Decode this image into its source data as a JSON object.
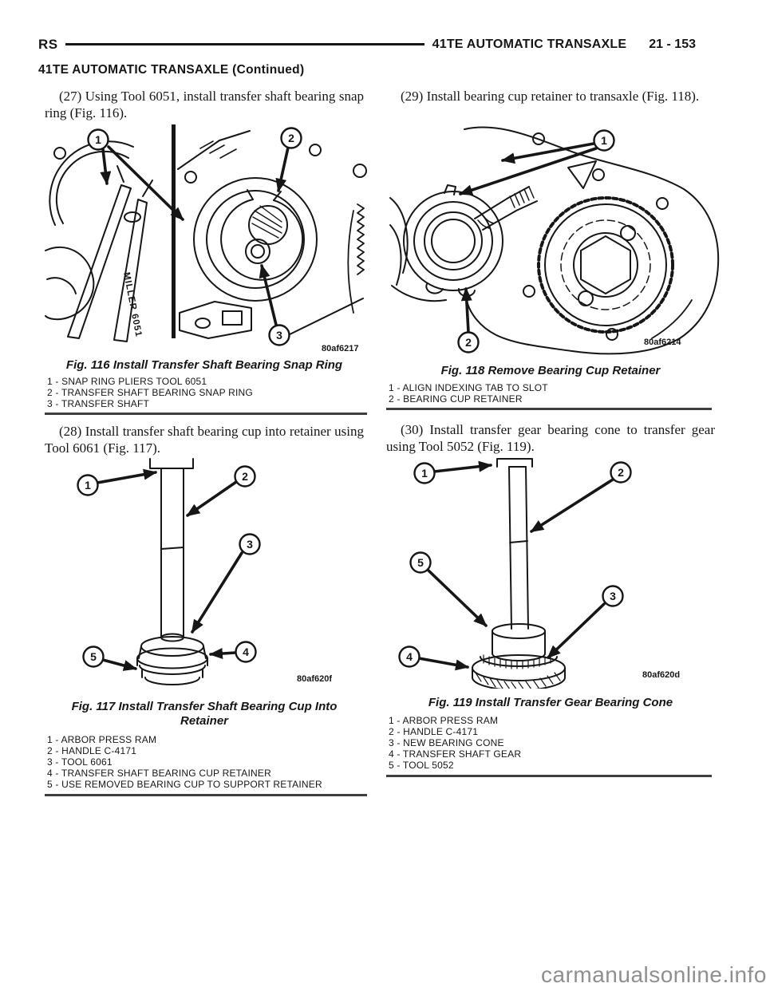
{
  "header": {
    "code": "RS",
    "title": "41TE AUTOMATIC TRANSAXLE",
    "page_number": "21 - 153",
    "continued": "41TE AUTOMATIC TRANSAXLE (Continued)"
  },
  "colors": {
    "ink": "#161616",
    "watermark_gray": "#8f8f8f",
    "rule_gray": "#3e3e3e"
  },
  "left_column": {
    "step_27": "(27) Using Tool 6051, install transfer shaft bearing snap ring (Fig. 116).",
    "fig_116": {
      "caption": "Fig. 116 Install Transfer Shaft Bearing Snap Ring",
      "image_code": "80af6217",
      "tool_text": "MILLER 6051",
      "callouts": [
        "1",
        "2",
        "3"
      ],
      "legend": [
        "1 - SNAP RING PLIERS TOOL 6051",
        "2 - TRANSFER SHAFT BEARING SNAP RING",
        "3 - TRANSFER SHAFT"
      ]
    },
    "step_28": "(28) Install transfer shaft bearing cup into retainer using Tool 6061 (Fig. 117).",
    "fig_117": {
      "caption": "Fig. 117 Install Transfer Shaft Bearing Cup Into Retainer",
      "image_code": "80af620f",
      "callouts": [
        "1",
        "2",
        "3",
        "4",
        "5"
      ],
      "legend": [
        "1 - ARBOR PRESS RAM",
        "2 - HANDLE C-4171",
        "3 - TOOL 6061",
        "4 - TRANSFER SHAFT BEARING CUP RETAINER",
        "5 - USE REMOVED BEARING CUP TO SUPPORT RETAINER"
      ]
    }
  },
  "right_column": {
    "step_29": "(29) Install bearing cup retainer to transaxle (Fig. 118).",
    "fig_118": {
      "caption": "Fig. 118 Remove Bearing Cup Retainer",
      "image_code": "80af6214",
      "callouts": [
        "1",
        "2"
      ],
      "legend": [
        "1 - ALIGN INDEXING TAB TO SLOT",
        "2 - BEARING CUP RETAINER"
      ]
    },
    "step_30": "(30) Install transfer gear bearing cone to transfer gear using Tool 5052 (Fig. 119).",
    "fig_119": {
      "caption": "Fig. 119 Install Transfer Gear Bearing Cone",
      "image_code": "80af620d",
      "callouts": [
        "1",
        "2",
        "3",
        "4",
        "5"
      ],
      "legend": [
        "1 - ARBOR PRESS RAM",
        "2 - HANDLE C-4171",
        "3 - NEW BEARING CONE",
        "4 - TRANSFER SHAFT GEAR",
        "5 - TOOL 5052"
      ]
    }
  },
  "watermark": "carmanualsonline.info"
}
